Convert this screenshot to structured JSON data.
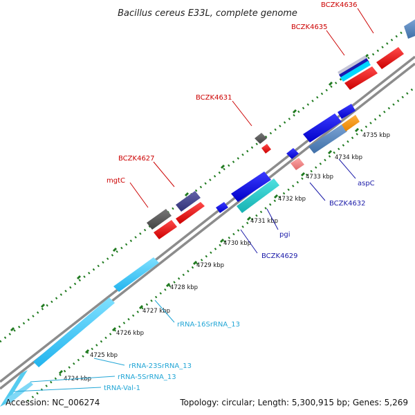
{
  "title": "Bacillus cereus E33L, complete genome",
  "footer": {
    "accession": "Accession: NC_006274",
    "summary": "Topology: circular; Length: 5,300,915 bp; Genes: 5,269"
  },
  "colors": {
    "backbone": "#8c8c8c",
    "dots": "#1f7a1f",
    "red_label": "#cc0000",
    "blue_label": "#1a1aa8",
    "cyan_label": "#22a6d6"
  },
  "ticks": [
    {
      "label": "4724 kbp"
    },
    {
      "label": "4725 kbp"
    },
    {
      "label": "4726 kbp"
    },
    {
      "label": "4727 kbp"
    },
    {
      "label": "4728 kbp"
    },
    {
      "label": "4729 kbp"
    },
    {
      "label": "4730 kbp"
    },
    {
      "label": "4731 kbp"
    },
    {
      "label": "4732 kbp"
    },
    {
      "label": "4733 kbp"
    },
    {
      "label": "4734 kbp"
    },
    {
      "label": "4735 kbp"
    }
  ],
  "labels": {
    "BCZK4636": "BCZK4636",
    "BCZK4635": "BCZK4635",
    "BCZK4631": "BCZK4631",
    "BCZK4627": "BCZK4627",
    "mgtC": "mgtC",
    "aspC": "aspC",
    "BCZK4632": "BCZK4632",
    "pgi": "pgi",
    "BCZK4629": "BCZK4629",
    "rRNA16S": "rRNA-16SrRNA_13",
    "rRNA23S": "rRNA-23SrRNA_13",
    "rRNA5S": "rRNA-5SrRNA_13",
    "tRNAVal": "tRNA-Val-1"
  }
}
